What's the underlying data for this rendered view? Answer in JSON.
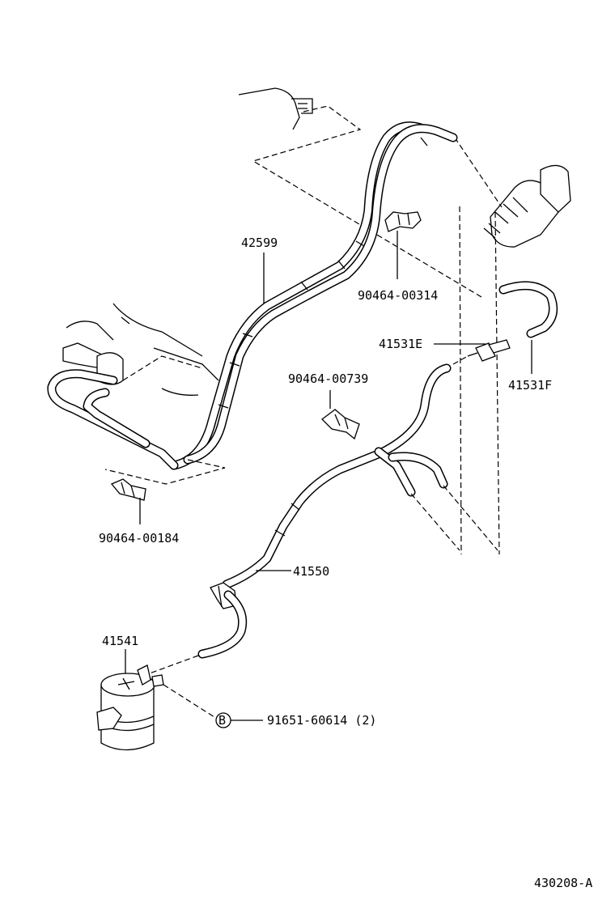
{
  "labels": {
    "hose_42599": "42599",
    "clamp_90464_00314": "90464-00314",
    "pipe_41531E": "41531E",
    "hose_41531F": "41531F",
    "clamp_90464_00739": "90464-00739",
    "clamp_90464_00184": "90464-00184",
    "hose_41550": "41550",
    "filter_41541": "41541",
    "bolt_circle": "B",
    "bolt_91651_60614": "91651-60614 (2)",
    "diagram_id": "430208-A"
  },
  "style": {
    "line_color": "#000000",
    "background": "#ffffff"
  }
}
